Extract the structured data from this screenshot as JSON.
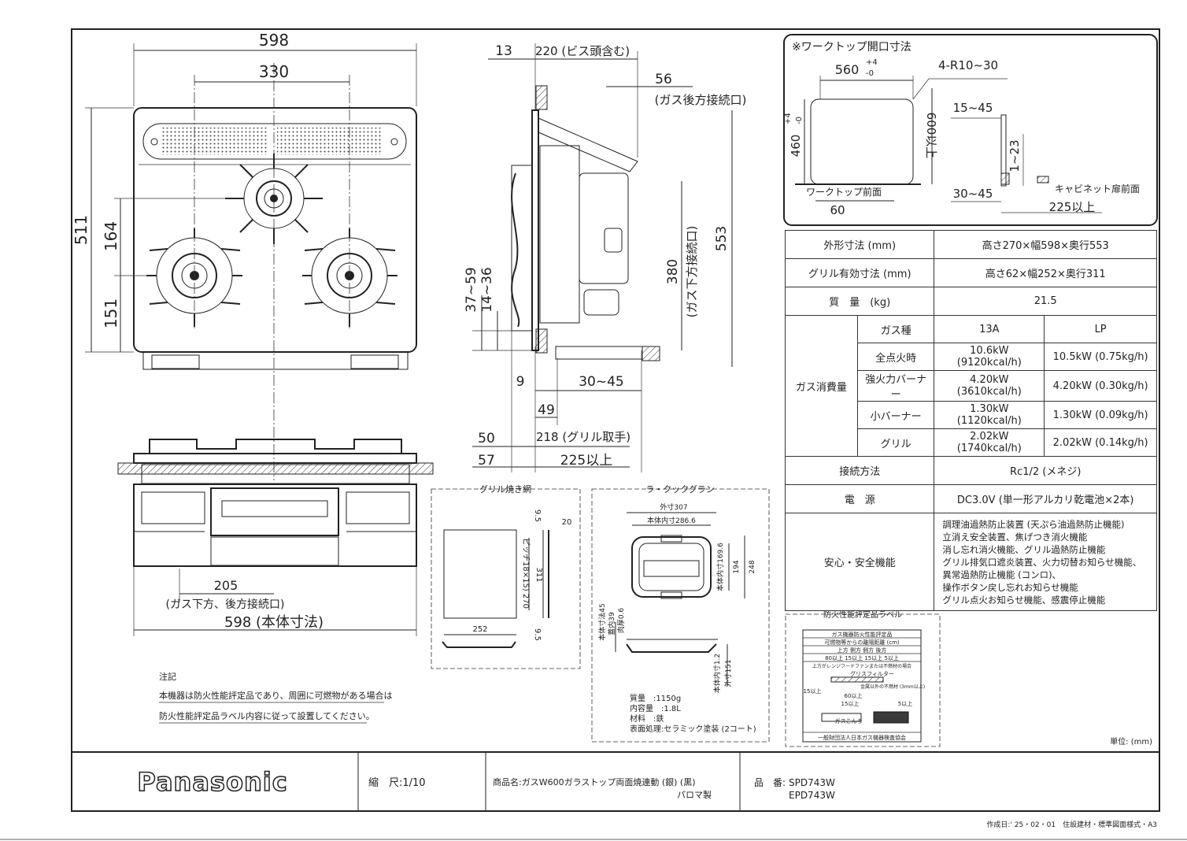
{
  "front_view": {
    "dims": {
      "width_top": "598",
      "burner_span": "330",
      "depth": "511",
      "d164": "164",
      "d151": "151"
    }
  },
  "elevation_view": {
    "dims": {
      "gas_offset": "205",
      "gas_note": "(ガス下方、後方接続口)",
      "body_width": "598 (本体寸法)"
    }
  },
  "side_view": {
    "dims": {
      "d13": "13",
      "d220": "220 (ビス頭含む)",
      "d56": "56",
      "gas_rear": "(ガス後方接続口)",
      "d553": "553",
      "d380": "380",
      "gas_bottom": "(ガス下方接続口)",
      "d37_59": "37~59",
      "d14_36": "14~36",
      "d9": "9",
      "d30_45": "30~45",
      "d49": "49",
      "d50": "50",
      "d218": "218 (グリル取手)",
      "d57": "57",
      "d225": "225以上"
    }
  },
  "worktop": {
    "title": "※ワークトップ開口寸法",
    "w560": "560",
    "w560_tol_plus": "+4",
    "w560_tol_minus": "-0",
    "radius": "4-R10~30",
    "h460": "460",
    "h460_tol_plus": "+4",
    "h460_tol_minus": "-0",
    "h600": "600以上",
    "front_label": "ワークトップ前面",
    "d60": "60",
    "d15_45": "15~45",
    "d1_23": "1~23",
    "d30_45": "30~45",
    "cabinet_label": "キャビネット扉前面",
    "d225": "225以上"
  },
  "spec": {
    "rows": [
      {
        "label": "外形寸法 (mm)",
        "value": "高さ270×幅598×奥行553"
      },
      {
        "label": "グリル有効寸法 (mm)",
        "value": "高さ62×幅252×奥行311"
      },
      {
        "label": "質　量　(kg)",
        "value": "21.5"
      }
    ],
    "gas_group": "ガス消費量",
    "gas_type_label": "ガス種",
    "gas_13a": "13A",
    "gas_lp": "LP",
    "gas_rows": [
      {
        "label": "全点火時",
        "v13a": "10.6kW (9120kcal/h)",
        "vlp": "10.5kW (0.75kg/h)"
      },
      {
        "label": "強火力バーナー",
        "v13a": "4.20kW (3610kcal/h)",
        "vlp": "4.20kW (0.30kg/h)"
      },
      {
        "label": "小バーナー",
        "v13a": "1.30kW (1120kcal/h)",
        "vlp": "1.30kW (0.09kg/h)"
      },
      {
        "label": "グリル",
        "v13a": "2.02kW (1740kcal/h)",
        "vlp": "2.02kW (0.14kg/h)"
      }
    ],
    "connection_label": "接続方法",
    "connection_value": "Rc1/2 (メネジ)",
    "power_label": "電　源",
    "power_value": "DC3.0V (単一形アルカリ乾電池×2本)",
    "safety_label": "安心・安全機能",
    "safety_lines": [
      "調理油過熱防止装置 (天ぷら油過熱防止機能)",
      "立消え安全装置、焦げつき消火機能",
      "消し忘れ消火機能、グリル過熱防止機能",
      "グリル排気口遮炎装置、火力切替お知らせ機能、",
      "異常過熱防止機能 (コンロ)、",
      "操作ボタン戻し忘れお知らせ機能",
      "グリル点火お知らせ機能、感震停止機能"
    ]
  },
  "grill_net": {
    "title": "グリル焼き網",
    "d9_5_top": "9.5",
    "d20": "20",
    "pitch": "ピッチ18×15) 270",
    "d311": "311",
    "d252": "252",
    "d9_5_bot": "9.5"
  },
  "la_cook": {
    "title": "ラ・クックグラン",
    "outer": "外寸307",
    "inner": "本体内寸286.6",
    "inner_h": "本体内寸169.6",
    "d194": "194",
    "d248": "248",
    "h45": "本体寸法45",
    "h39": "蓋内39",
    "h0_6": "肉厚0.6",
    "h1_2": "本体内寸1.2",
    "h151": "外寸151",
    "specs": [
      "質量　:1150g",
      "内容量　:1.8L",
      "材料　:鉄",
      "表面処理:セラミック塗装 (2コート)"
    ]
  },
  "fire_label": {
    "title": "防火性能評定品ラベル",
    "lines": [
      "ガス機器防火性能評定品",
      "可燃物等からの離隔距離 (cm)",
      "上方 側方 側方 後方",
      "80以上 15以上 15以上 5以上",
      "上方がレンジフードファンまたは不燃材の場合"
    ],
    "filter": "グリスフィルター",
    "d15": "15以上",
    "d60": "60以上",
    "d15b": "15以上",
    "metal": "金属以外の不燃材 (3mm以上)",
    "d5": "5以上",
    "gas_range": "ガスこんろ",
    "footer": "一般財団法人日本ガス機器検査協会"
  },
  "note": {
    "title": "注記",
    "lines": [
      "本機器は防火性能評定品であり、周囲に可燃物がある場合は",
      "防火性能評定品ラベル内容に従って設置してください。"
    ]
  },
  "unit": "単位: (mm)",
  "title_block": {
    "brand": "Panasonic",
    "scale": "縮　尺:1/10",
    "product": "商品名:ガスW600ガラストップ両面焼連動 (銀) (黒)",
    "maker": "パロマ製",
    "model_label": "品　番:",
    "model1": "SPD743W",
    "model2": "EPD743W"
  },
  "footer": "作成日:' 25・02・01　住設建材・標準図面様式・A3"
}
